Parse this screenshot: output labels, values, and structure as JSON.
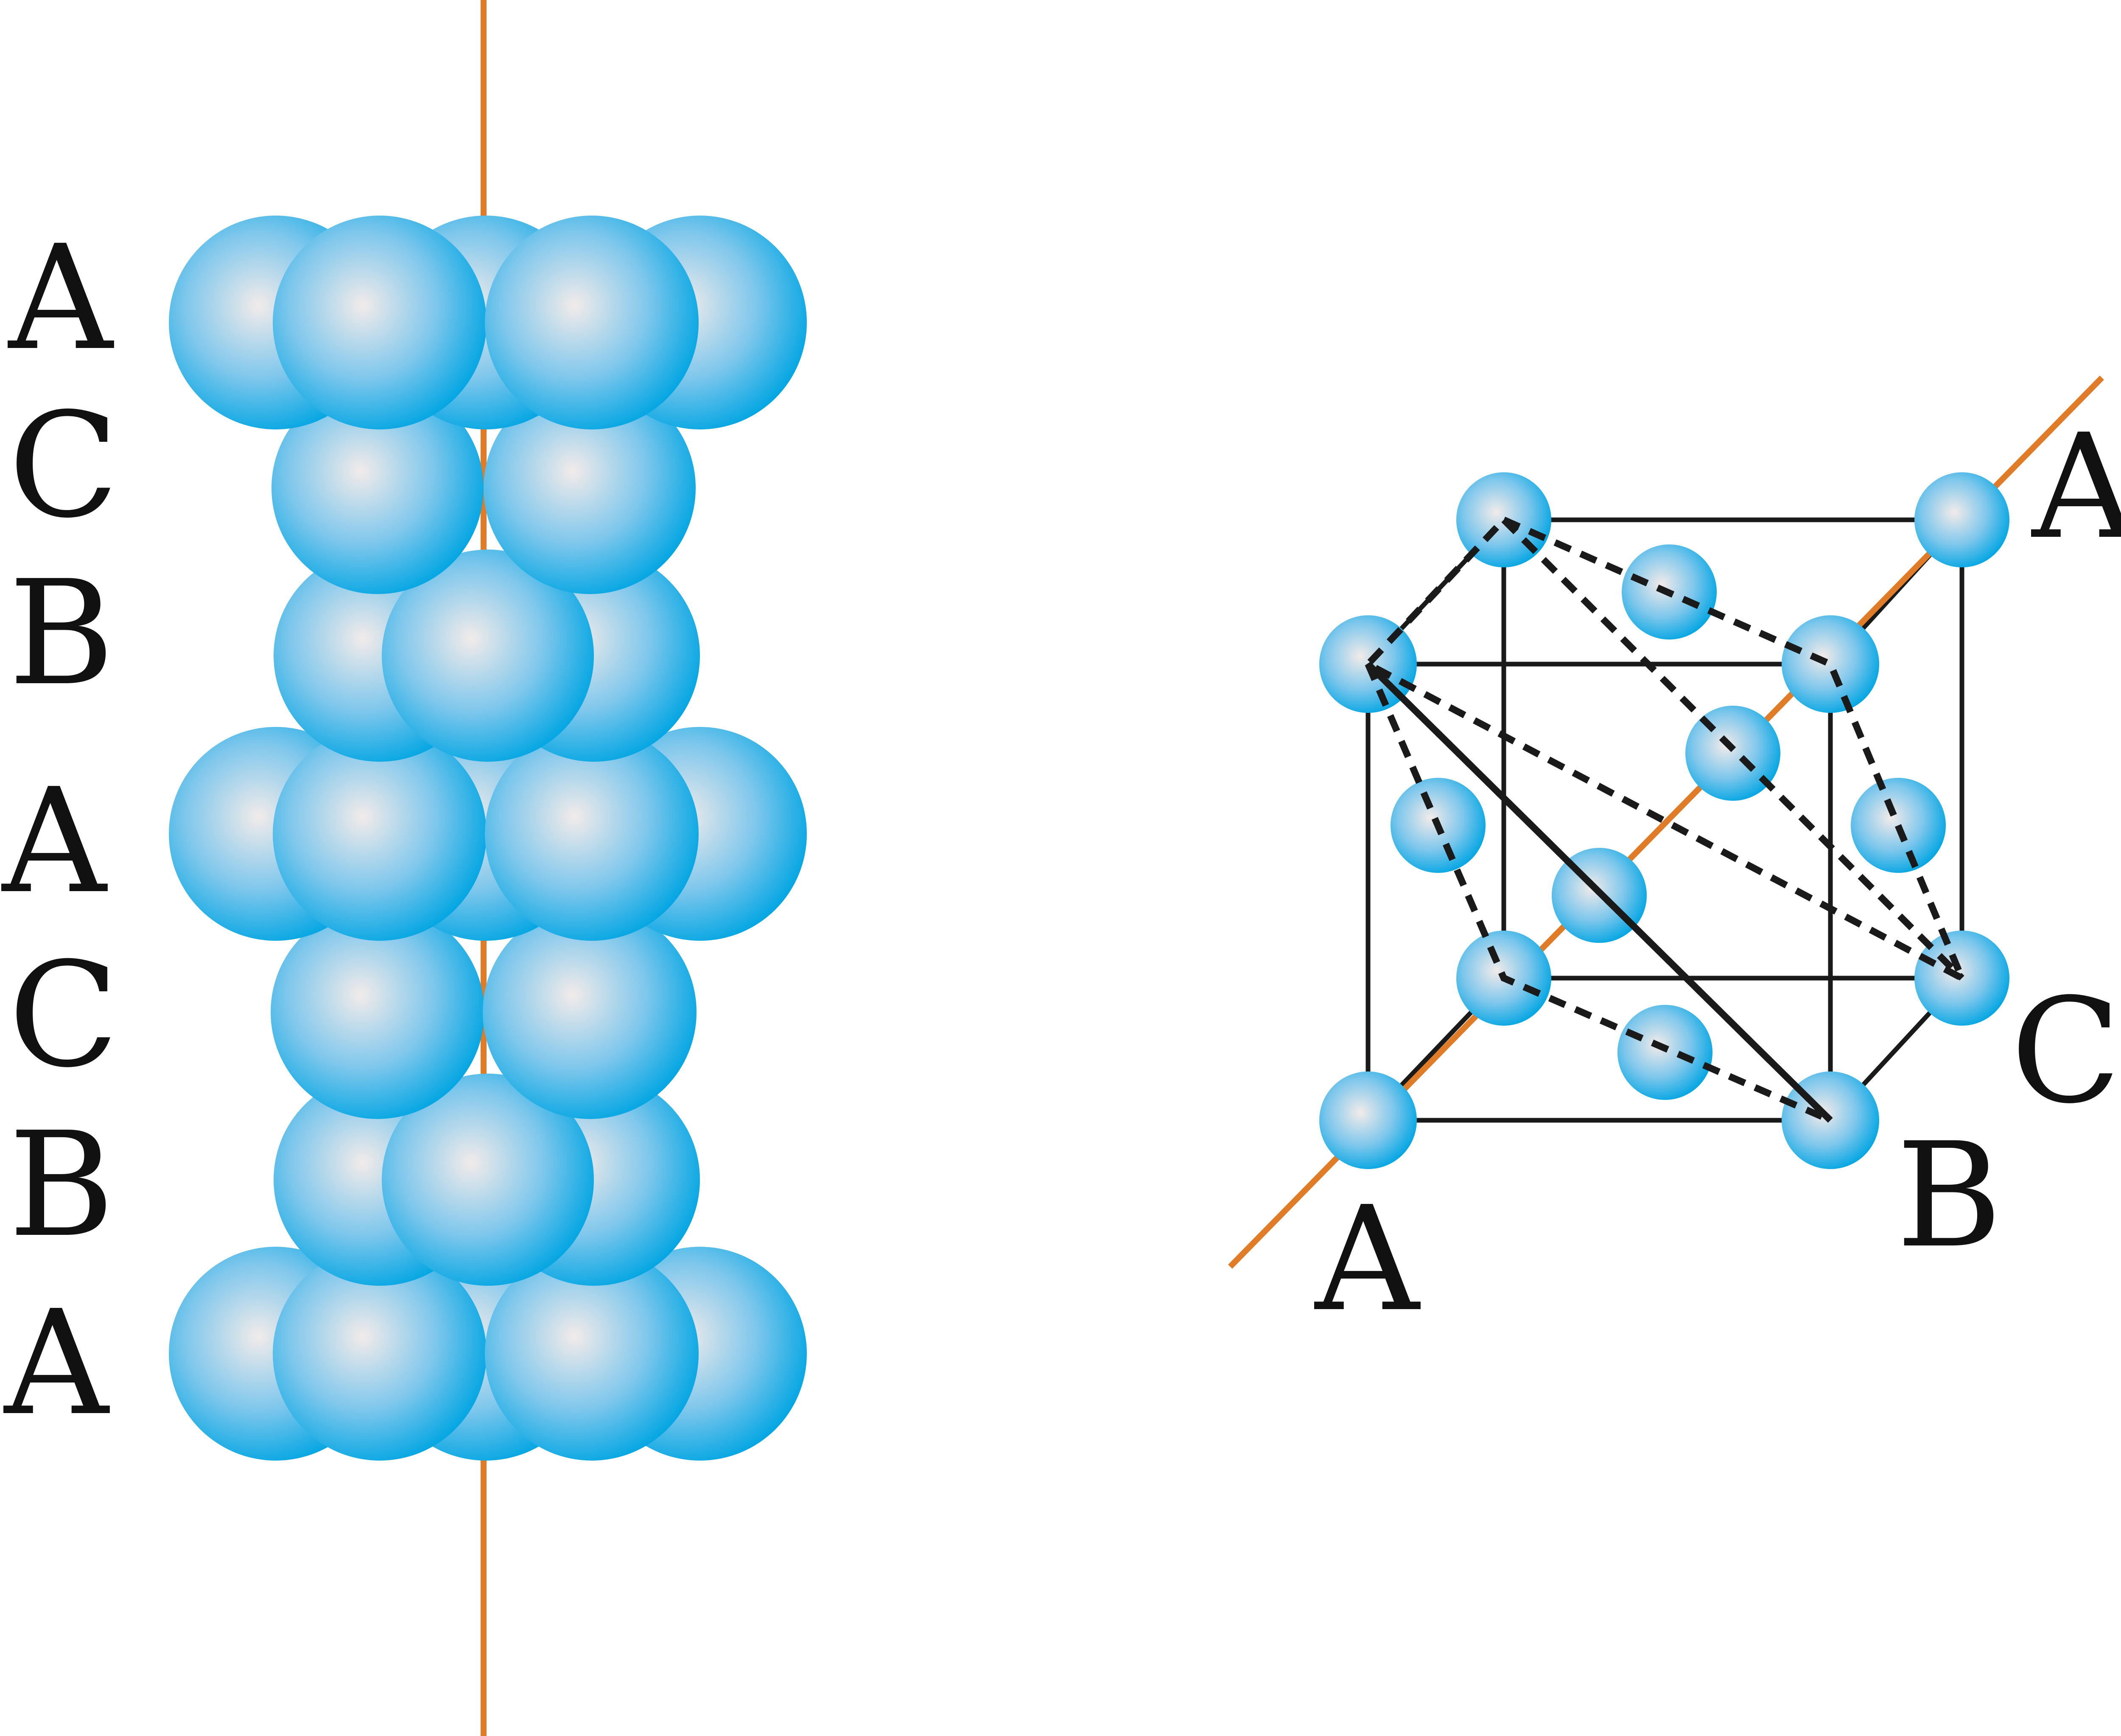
{
  "colors": {
    "sphere_light": "#f2ebea",
    "sphere_mid": "#7fc7ec",
    "sphere_edge": "#00a5e3",
    "axis": "#e07b28",
    "line": "#1a1a1a",
    "dashed": "#1a1a1a",
    "text": "#111111"
  },
  "stack": {
    "layers": [
      {
        "label": "A"
      },
      {
        "label": "C"
      },
      {
        "label": "B"
      },
      {
        "label": "A"
      },
      {
        "label": "C"
      },
      {
        "label": "B"
      },
      {
        "label": "A"
      }
    ]
  },
  "cube": {
    "corner_labels": {
      "top_back_right": "A",
      "bottom_front_left": "A",
      "bottom_front_right": "B",
      "bottom_back_right": "C"
    }
  }
}
